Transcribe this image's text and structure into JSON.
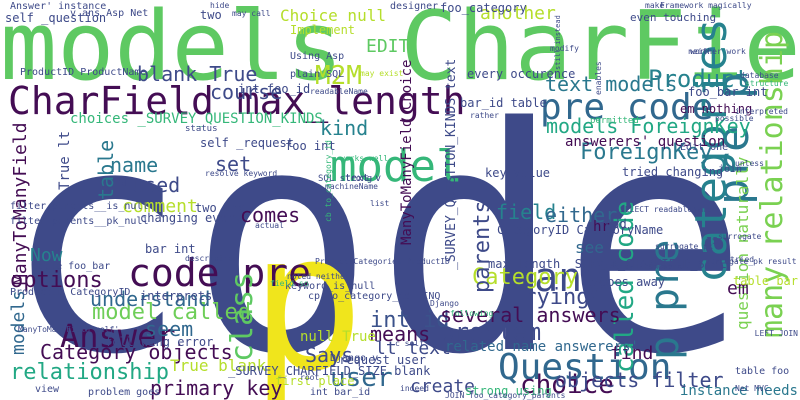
{
  "words": [
    {
      "text": "code",
      "color": "#3e4a89"
    },
    {
      "text": "p",
      "color": "#f0e51c"
    },
    {
      "text": "models CharField",
      "color": "#5ec962"
    },
    {
      "text": "CharField max_length",
      "color": "#440d54"
    },
    {
      "text": "pre code",
      "color": "#31688e"
    },
    {
      "text": "model",
      "color": "#35b779"
    },
    {
      "text": "pre p",
      "color": "#2a788e"
    },
    {
      "text": "code pre",
      "color": "#440d54"
    },
    {
      "text": "many",
      "color": "#3e4a89"
    },
    {
      "text": "Question",
      "color": "#31688e"
    },
    {
      "text": "Answer",
      "color": "#440d54"
    },
    {
      "text": "categories",
      "color": "#26828e"
    },
    {
      "text": "many relationship",
      "color": "#7ad151"
    },
    {
      "text": "p pre",
      "color": "#2a788e"
    },
    {
      "text": "called code",
      "color": "#22a884"
    },
    {
      "text": "class",
      "color": "#5ec962"
    },
    {
      "text": "user",
      "color": "#31688e"
    },
    {
      "text": "choice",
      "color": "#440d54"
    },
    {
      "text": "M2M",
      "color": "#b5de2b"
    },
    {
      "text": "Product",
      "color": "#26828e"
    },
    {
      "text": "text models",
      "color": "#2a788e"
    },
    {
      "text": "models ForeignKey",
      "color": "#22a884"
    },
    {
      "text": "blank True",
      "color": "#3e4a89"
    },
    {
      "text": "model called",
      "color": "#6ece58"
    },
    {
      "text": "int id",
      "color": "#3b528b"
    },
    {
      "text": "relationship",
      "color": "#22a884"
    },
    {
      "text": "Category objects",
      "color": "#440d54"
    },
    {
      "text": "objects filter",
      "color": "#3e4a89"
    },
    {
      "text": "primary key",
      "color": "#440d54"
    },
    {
      "text": "several answers",
      "color": "#440d54"
    },
    {
      "text": "problem",
      "color": "#3e4a89"
    },
    {
      "text": "Category",
      "color": "#b5de2b"
    },
    {
      "text": "trying",
      "color": "#3e4a89"
    },
    {
      "text": "parents",
      "color": "#3e4a89"
    },
    {
      "text": "options",
      "color": "#440d54"
    },
    {
      "text": "understand",
      "color": "#31688e"
    },
    {
      "text": "seem",
      "color": "#31688e"
    },
    {
      "text": "means",
      "color": "#440d54"
    },
    {
      "text": "comes",
      "color": "#440d54"
    },
    {
      "text": "kind",
      "color": "#26828e"
    },
    {
      "text": "ForeignKey",
      "color": "#2a788e"
    },
    {
      "text": "answerers' question",
      "color": "#440d54"
    },
    {
      "text": "name",
      "color": "#2a788e"
    },
    {
      "text": "set",
      "color": "#3e4a89"
    },
    {
      "text": "used",
      "color": "#3e4a89"
    },
    {
      "text": "comment",
      "color": "#b5de2b"
    },
    {
      "text": "table",
      "color": "#2a788e"
    },
    {
      "text": "field",
      "color": "#26828e"
    },
    {
      "text": "either",
      "color": "#31688e"
    },
    {
      "text": "course",
      "color": "#3e4a89"
    },
    {
      "text": "EDIT",
      "color": "#5ec962"
    },
    {
      "text": "another",
      "color": "#b5de2b"
    },
    {
      "text": "Choice null",
      "color": "#b5de2b"
    },
    {
      "text": "Says",
      "color": "#3e4a89"
    },
    {
      "text": "lt text",
      "color": "#3e4a89"
    },
    {
      "text": "create",
      "color": "#3e4a89"
    },
    {
      "text": "find",
      "color": "#440d54"
    },
    {
      "text": "question naturally",
      "color": "#7ad151"
    },
    {
      "text": "em",
      "color": "#440d54"
    },
    {
      "text": "Now",
      "color": "#26828e"
    },
    {
      "text": "True blank",
      "color": "#b5de2b"
    },
    {
      "text": "null True",
      "color": "#b5de2b"
    },
    {
      "text": "related_name answerers'",
      "color": "#31688e"
    },
    {
      "text": "max_length _SURVEY_CHARFIELD_SIZE",
      "color": "#3e4a89"
    },
    {
      "text": "choices _SURVEY_QUESTION_KINDS",
      "color": "#35b779"
    },
    {
      "text": "_SURVEY_QUESTION_KINDS text",
      "color": "#3e4a89"
    },
    {
      "text": "ManyToManyField",
      "color": "#440d54"
    },
    {
      "text": "ManyToManyField Choice",
      "color": "#440d54"
    },
    {
      "text": "models",
      "color": "#31688e"
    },
    {
      "text": "True lt",
      "color": "#3e4a89"
    },
    {
      "text": "CategoryID CategoryName",
      "color": "#3e4a89"
    },
    {
      "text": "ProductID ProductName",
      "color": "#3e4a89"
    },
    {
      "text": "ProductID CategoryID",
      "color": "#3e4a89"
    },
    {
      "text": "key value",
      "color": "#3e4a89"
    },
    {
      "text": "tried changing",
      "color": "#3e4a89"
    },
    {
      "text": "em nothing",
      "color": "#440d54"
    },
    {
      "text": "foo_bar int",
      "color": "#3e4a89"
    },
    {
      "text": "every occurence",
      "color": "#3e4a89"
    },
    {
      "text": "even touching",
      "color": "#3e4a89"
    },
    {
      "text": "self _question",
      "color": "#3e4a89"
    },
    {
      "text": "self _request",
      "color": "#3e4a89"
    },
    {
      "text": "changing every",
      "color": "#3e4a89"
    },
    {
      "text": "two one",
      "color": "#3e4a89"
    },
    {
      "text": "foo int",
      "color": "#3e4a89"
    },
    {
      "text": "bar int",
      "color": "#3e4a89"
    },
    {
      "text": "int foo_id",
      "color": "#3e4a89"
    },
    {
      "text": "see",
      "color": "#31688e"
    },
    {
      "text": "hr",
      "color": "#440d54"
    },
    {
      "text": "Add",
      "color": "#3e4a89"
    },
    {
      "text": "table foo_bar",
      "color": "#3e4a89"
    },
    {
      "text": "table bar",
      "color": "#b5de2b"
    },
    {
      "text": "goes away",
      "color": "#3e4a89"
    },
    {
      "text": "following error",
      "color": "#3e4a89"
    },
    {
      "text": "interprets",
      "color": "#3e4a89"
    },
    {
      "text": "first place",
      "color": "#b5de2b"
    },
    {
      "text": "strong using",
      "color": "#35b779"
    },
    {
      "text": "instance needs",
      "color": "#2a788e"
    },
    {
      "text": "problem goes",
      "color": "#3e4a89"
    },
    {
      "text": "Answer' instance",
      "color": "#3e4a89"
    },
    {
      "text": "v ans Asp Net",
      "color": "#3e4a89"
    },
    {
      "text": "table foo",
      "color": "#3e4a89"
    },
    {
      "text": "int bar_id",
      "color": "#3e4a89"
    },
    {
      "text": "keyword_is_null",
      "color": "#3e4a89"
    },
    {
      "text": "cp to_category_id LINQ",
      "color": "#3e4a89"
    },
    {
      "text": "_SURVEY_CHARFIELD_SIZE blank",
      "color": "#3e4a89"
    },
    {
      "text": "Django y",
      "color": "#3e4a89"
    },
    {
      "text": "_request user",
      "color": "#3e4a89"
    },
    {
      "text": "LEFT JOIN",
      "color": "#3e4a89"
    },
    {
      "text": "bar_id table",
      "color": "#3e4a89"
    },
    {
      "text": "SELECT readableName",
      "color": "#3e4a89"
    },
    {
      "text": "Entity Framework",
      "color": "#3e4a89"
    },
    {
      "text": "ProductsCategories ProductID",
      "color": "#3e4a89"
    },
    {
      "text": "ManyToManyField self'",
      "color": "#3e4a89"
    },
    {
      "text": "foo_category",
      "color": "#3e4a89"
    },
    {
      "text": "Implement",
      "color": "#b5de2b"
    },
    {
      "text": "designer",
      "color": "#3e4a89"
    },
    {
      "text": "plain SQL",
      "color": "#3e4a89"
    },
    {
      "text": "Using Asp",
      "color": "#3e4a89"
    },
    {
      "text": "readableName",
      "color": "#3e4a89"
    },
    {
      "text": "Edit one",
      "color": "#3e4a89"
    },
    {
      "text": "permitted",
      "color": "#35b779"
    },
    {
      "text": "status",
      "color": "#3e4a89"
    },
    {
      "text": "description",
      "color": "#3e4a89"
    },
    {
      "text": "noted neither",
      "color": "#3e4a89"
    },
    {
      "text": "work",
      "color": "#3e4a89"
    },
    {
      "text": "JOIN foo_category_parents",
      "color": "#3e4a89"
    },
    {
      "text": "filter parents__is_null",
      "color": "#3e4a89"
    },
    {
      "text": "filter parents__pk_null",
      "color": "#3e4a89"
    },
    {
      "text": "root",
      "color": "#3e4a89"
    },
    {
      "text": "indeed",
      "color": "#3e4a89"
    },
    {
      "text": "view",
      "color": "#3e4a89"
    },
    {
      "text": "two",
      "color": "#3e4a89"
    },
    {
      "text": "hide",
      "color": "#3e4a89"
    },
    {
      "text": "Framework magically",
      "color": "#3e4a89"
    },
    {
      "text": "resolve keyword",
      "color": "#3e4a89"
    },
    {
      "text": "SQL strong",
      "color": "#3e4a89"
    },
    {
      "text": "works well",
      "color": "#35b779"
    },
    {
      "text": "machineName",
      "color": "#3e4a89"
    },
    {
      "text": "surrogate_pk",
      "color": "#3e4a89"
    },
    {
      "text": "surrogate_pk result",
      "color": "#3e4a89"
    },
    {
      "text": "tried",
      "color": "#3e4a89"
    },
    {
      "text": "text v",
      "color": "#3e4a89"
    },
    {
      "text": "list",
      "color": "#3e4a89"
    },
    {
      "text": "id",
      "color": "#3e4a89"
    },
    {
      "text": "actual",
      "color": "#3e4a89"
    },
    {
      "text": "field so",
      "color": "#35b779"
    },
    {
      "text": "Net MVC",
      "color": "#3e4a89"
    },
    {
      "text": "Django",
      "color": "#3e4a89"
    },
    {
      "text": "make",
      "color": "#3e4a89"
    },
    {
      "text": "may exist",
      "color": "#b5de2b"
    },
    {
      "text": "may call",
      "color": "#3e4a89"
    },
    {
      "text": "following",
      "color": "#35b779"
    },
    {
      "text": "neither work",
      "color": "#3e4a89"
    },
    {
      "text": "database",
      "color": "#3e4a89"
    },
    {
      "text": "structure",
      "color": "#35b779"
    },
    {
      "text": "interpreted",
      "color": "#3e4a89"
    },
    {
      "text": "possible",
      "color": "#3e4a89"
    },
    {
      "text": "rather",
      "color": "#3e4a89"
    },
    {
      "text": "still instead",
      "color": "#3e4a89"
    },
    {
      "text": "modify",
      "color": "#3e4a89"
    },
    {
      "text": "enables",
      "color": "#3e4a89"
    },
    {
      "text": "unless",
      "color": "#3e4a89"
    },
    {
      "text": "join",
      "color": "#3e4a89"
    },
    {
      "text": "c self",
      "color": "#3e4a89"
    },
    {
      "text": "cb to_category_id",
      "color": "#35b779"
    },
    {
      "text": "IS",
      "color": "#3e4a89"
    },
    {
      "text": "surrogate",
      "color": "#3e4a89"
    }
  ]
}
